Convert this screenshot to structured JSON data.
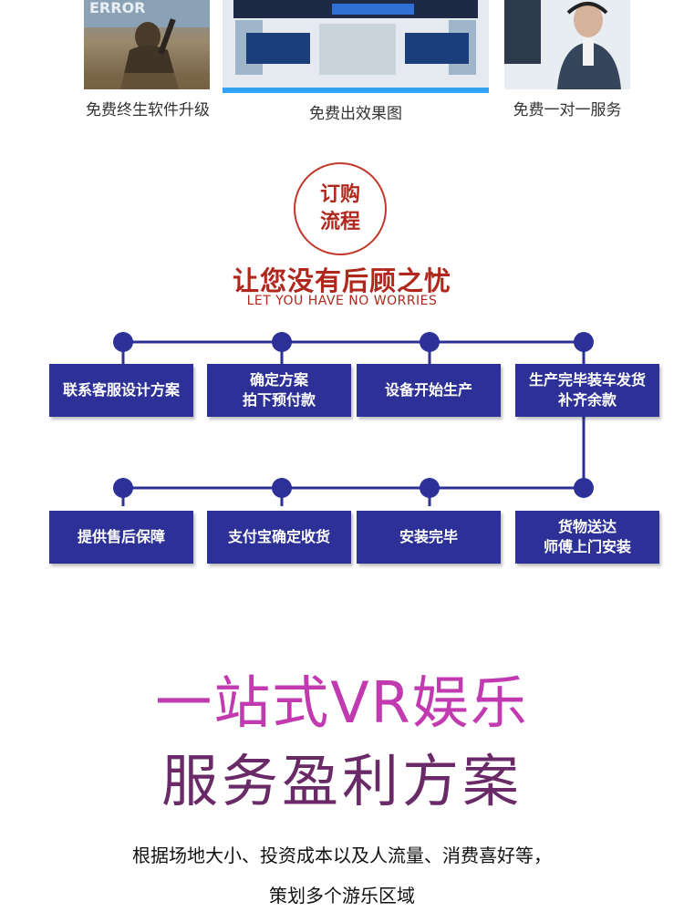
{
  "top_row": {
    "captions": [
      "免费终生软件升级",
      "免费出效果图",
      "免费一对一服务"
    ],
    "image_labels": [
      "ERROR"
    ]
  },
  "process": {
    "circle_line1": "订购",
    "circle_line2": "流程",
    "title": "让您没有后顾之忧",
    "subtitle": "LET YOU HAVE NO WORRIES",
    "row1": [
      {
        "line1": "联系客服设计方案",
        "line2": ""
      },
      {
        "line1": "确定方案",
        "line2": "拍下预付款"
      },
      {
        "line1": "设备开始生产",
        "line2": ""
      },
      {
        "line1": "生产完毕装车发货",
        "line2": "补齐余款"
      }
    ],
    "row2": [
      {
        "line1": "提供售后保障",
        "line2": ""
      },
      {
        "line1": "支付宝确定收货",
        "line2": ""
      },
      {
        "line1": "安装完毕",
        "line2": ""
      },
      {
        "line1": "货物送达",
        "line2": "师傅上门安装"
      }
    ]
  },
  "promo": {
    "line1": "一站式VR娱乐",
    "line2": "服务盈利方案",
    "desc1": "根据场地大小、投资成本以及人流量、消费喜好等，",
    "desc2": "策划多个游乐区域"
  },
  "colors": {
    "accent_red": "#b0281d",
    "step_blue": "#2d3197",
    "promo_pink": "#c23ab0",
    "promo_plum": "#6a2a68"
  }
}
